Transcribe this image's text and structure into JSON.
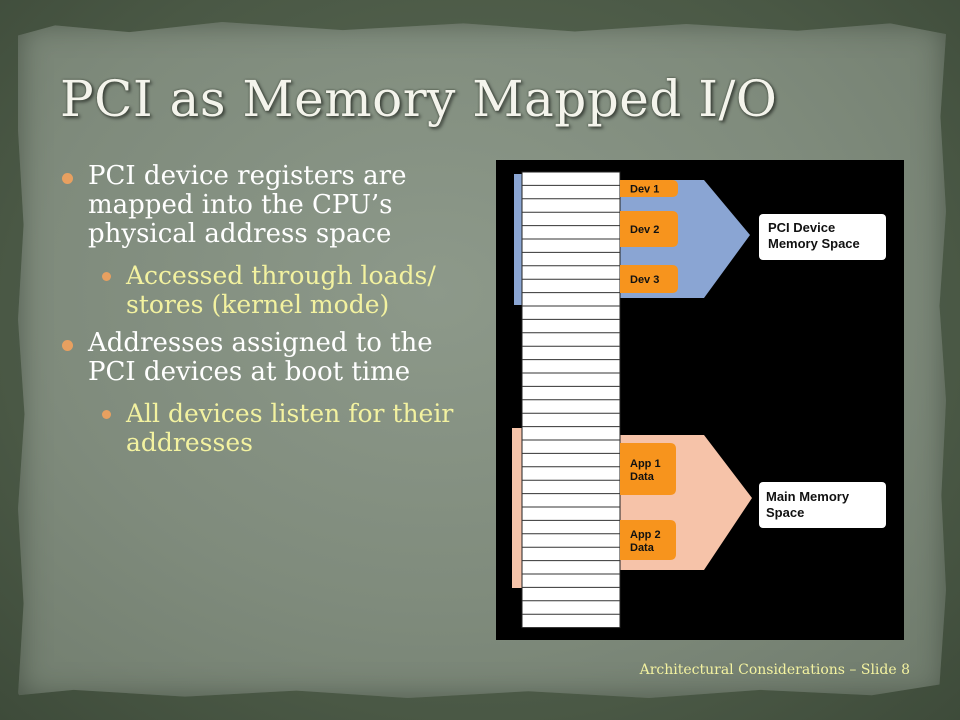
{
  "slide": {
    "title": "PCI as Memory Mapped I/O",
    "footer": "Architectural Considerations – Slide 8"
  },
  "bullets": [
    {
      "text": "PCI device registers are mapped into the CPU’s physical address space",
      "subs": [
        "Accessed through loads/ stores (kernel mode)"
      ]
    },
    {
      "text": "Addresses assigned to the PCI devices at boot time",
      "subs": [
        "All devices listen for their addresses"
      ]
    }
  ],
  "diagram": {
    "pci_region": {
      "label_lines": [
        "PCI Device",
        "Memory Space"
      ],
      "tabs": [
        [
          "Dev 1"
        ],
        [
          "Dev 2"
        ],
        [
          "Dev 3"
        ]
      ],
      "color": "#8aa5d3"
    },
    "main_region": {
      "label_lines": [
        "Main Memory",
        "Space"
      ],
      "tabs": [
        [
          "App 1",
          "Data"
        ],
        [
          "App 2",
          "Data"
        ]
      ],
      "color": "#f6c3a9"
    },
    "tab_color": "#f7941d"
  }
}
